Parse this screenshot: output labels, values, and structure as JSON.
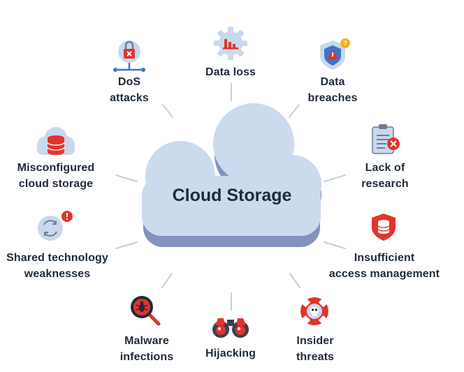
{
  "center": {
    "title": "Cloud Storage"
  },
  "risks": [
    {
      "id": "dos-attacks",
      "icon": "padlock-network-icon",
      "lines": [
        "DoS",
        "attacks"
      ]
    },
    {
      "id": "data-loss",
      "icon": "gear-chart-icon",
      "lines": [
        "Data loss"
      ]
    },
    {
      "id": "data-breaches",
      "icon": "shield-alert-icon",
      "lines": [
        "Data",
        "breaches"
      ]
    },
    {
      "id": "misconfigured-cloud-storage",
      "icon": "database-cloud-icon",
      "lines": [
        "Misconfigured",
        "cloud storage"
      ]
    },
    {
      "id": "lack-of-research",
      "icon": "clipboard-error-icon",
      "lines": [
        "Lack of",
        "research"
      ]
    },
    {
      "id": "shared-technology-weaknesses",
      "icon": "sync-alert-icon",
      "lines": [
        "Shared technology",
        "weaknesses"
      ]
    },
    {
      "id": "insufficient-access-management",
      "icon": "shield-database-icon",
      "lines": [
        "Insufficient",
        "access management"
      ]
    },
    {
      "id": "malware-infections",
      "icon": "magnifier-bug-icon",
      "lines": [
        "Malware",
        "infections"
      ]
    },
    {
      "id": "hijacking",
      "icon": "binoculars-icon",
      "lines": [
        "Hijacking"
      ]
    },
    {
      "id": "insider-threats",
      "icon": "lifebuoy-skull-icon",
      "lines": [
        "Insider",
        "threats"
      ]
    }
  ],
  "colors": {
    "cloud_top": "#ccdaed",
    "cloud_shadow": "#8294bd",
    "connector": "#c3d0e0",
    "text": "#1f2a3a",
    "accent_red": "#e2342b",
    "icon_blue": "#c9d8ec"
  }
}
